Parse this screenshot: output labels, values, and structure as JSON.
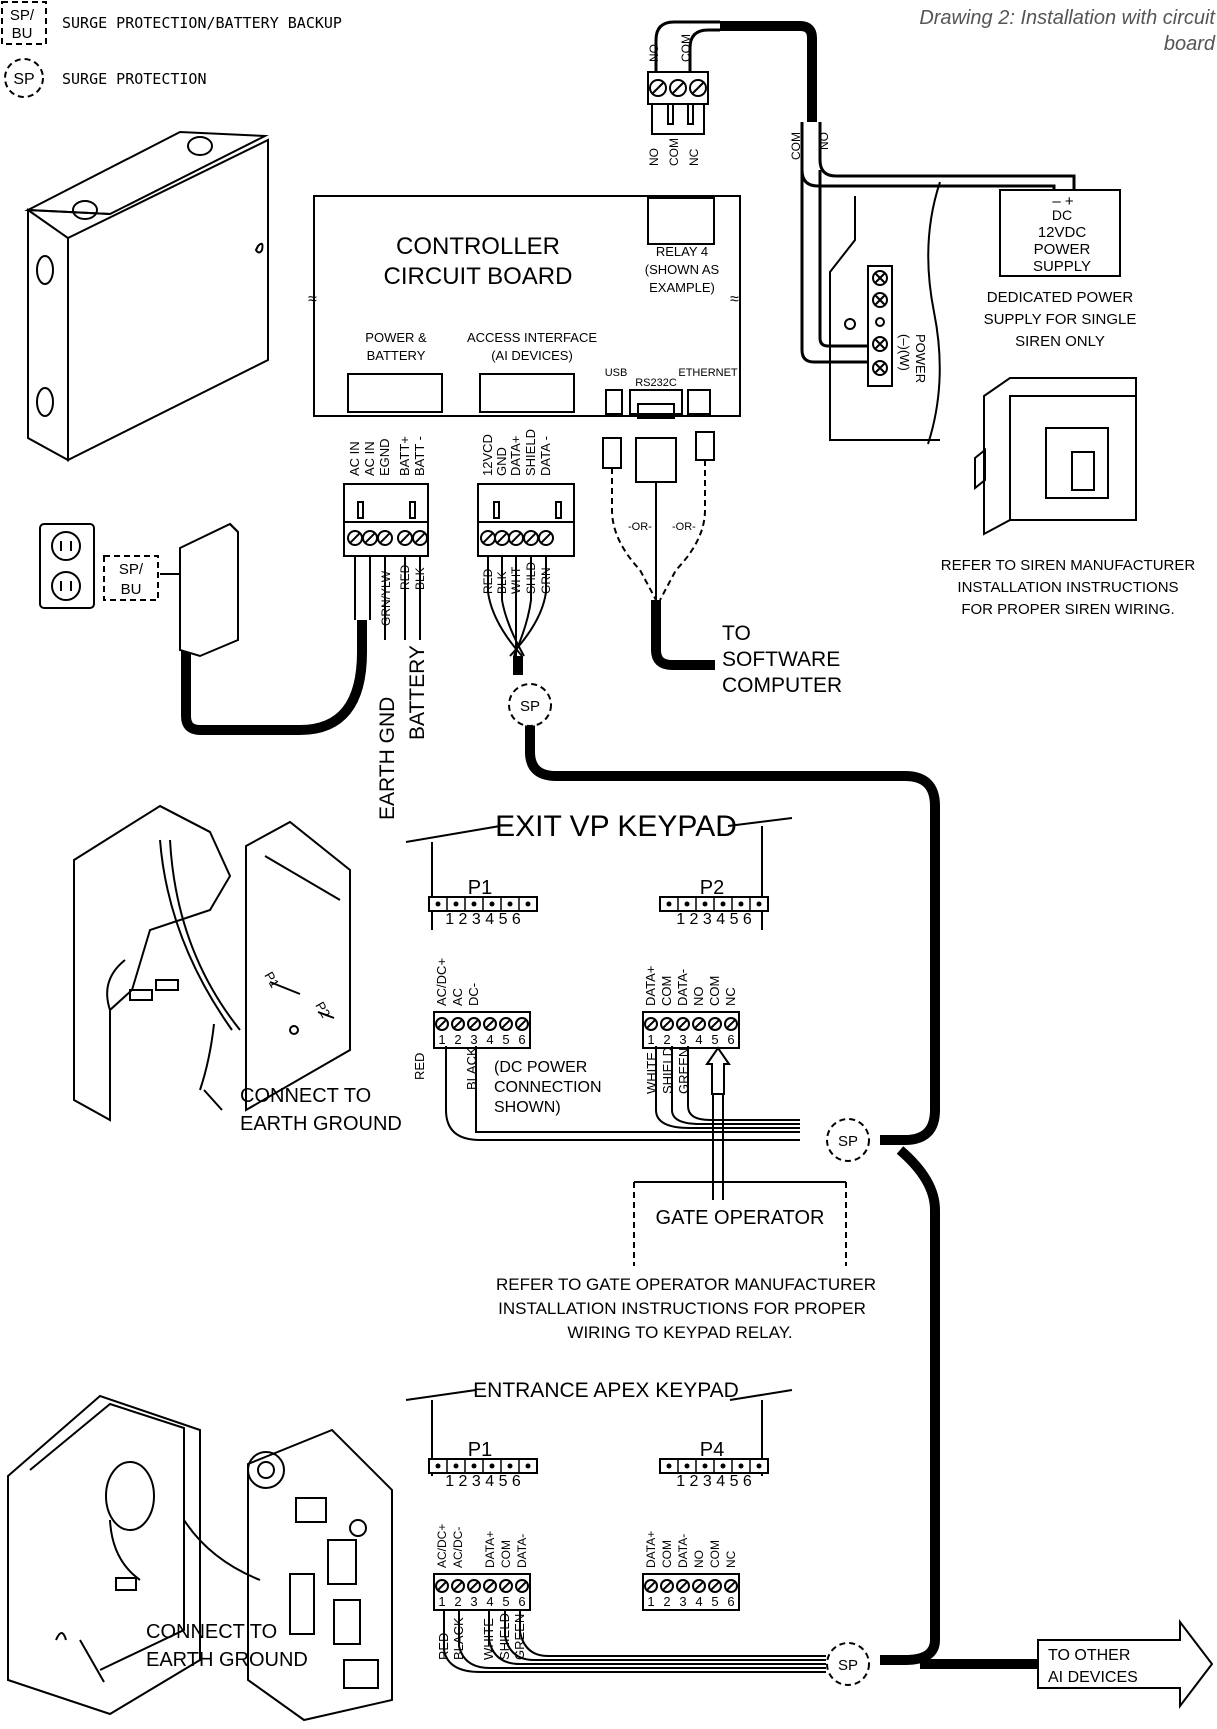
{
  "title_line1": "Drawing 2: Installation with circuit",
  "title_line2": "board",
  "legend": {
    "spbu_tag_line1": "SP/",
    "spbu_tag_line2": "BU",
    "spbu_label": "SURGE PROTECTION/BATTERY BACKUP",
    "sp_tag": "SP",
    "sp_label": "SURGE PROTECTION"
  },
  "relay_terminal": {
    "top_labels": [
      "NO",
      "COM"
    ],
    "bottom_labels": [
      "NO",
      "COM",
      "NC"
    ],
    "wire_labels": [
      "COM",
      "NO"
    ]
  },
  "controller": {
    "title_line1": "CONTROLLER",
    "title_line2": "CIRCUIT BOARD",
    "relay_line1": "RELAY 4",
    "relay_line2": "(SHOWN AS",
    "relay_line3": "EXAMPLE)",
    "power_line1": "POWER &",
    "power_line2": "BATTERY",
    "access_line1": "ACCESS INTERFACE",
    "access_line2": "(AI DEVICES)",
    "usb": "USB",
    "rs232c": "RS232C",
    "ethernet": "ETHERNET",
    "power_pins": [
      "AC IN",
      "AC IN",
      "EGND",
      "BATT+",
      "BATT -"
    ],
    "access_pins": [
      "12VCD",
      "GND",
      "DATA+",
      "SHIELD",
      "DATA -"
    ],
    "power_wires": [
      "GRN/YLW",
      "RED",
      "BLK"
    ],
    "access_wires": [
      "RED",
      "BLK",
      "WHT",
      "SHLD",
      "GRN"
    ],
    "or_label": "-OR-"
  },
  "power_supply": {
    "polarity": "–  +",
    "line1": "DC",
    "line2": "12VDC",
    "line3": "POWER",
    "line4": "SUPPLY",
    "caption_line1": "DEDICATED POWER",
    "caption_line2": "SUPPLY FOR SINGLE",
    "caption_line3": "SIREN ONLY"
  },
  "siren": {
    "terminal_label_line1": "POWER",
    "terminal_label_line2": "(–)(W)",
    "caption_line1": "REFER TO SIREN MANUFACTURER",
    "caption_line2": "INSTALLATION INSTRUCTIONS",
    "caption_line3": "FOR PROPER SIREN WIRING."
  },
  "earth_gnd": "EARTH GND",
  "battery": "BATTERY",
  "to_computer_line1": "TO",
  "to_computer_line2": "SOFTWARE",
  "to_computer_line3": "COMPUTER",
  "exit_keypad": {
    "title": "EXIT VP KEYPAD",
    "p1": "P1",
    "p2": "P2",
    "pin_numbers": "1 2 3 4 5 6",
    "left_pins": [
      "AC/DC+",
      "AC",
      "DC-"
    ],
    "right_pins": [
      "DATA+",
      "COM",
      "DATA-",
      "NO",
      "COM",
      "NC"
    ],
    "left_wires": [
      "RED",
      "BLACK"
    ],
    "right_wires": [
      "WHITE",
      "SHIELD",
      "GREEN"
    ],
    "dc_note_line1": "(DC POWER",
    "dc_note_line2": "CONNECTION",
    "dc_note_line3": "SHOWN)",
    "ground_line1": "CONNECT TO",
    "ground_line2": "EARTH GROUND",
    "enclosure_p1": "P1",
    "enclosure_p2": "P2"
  },
  "gate_operator": {
    "label": "GATE OPERATOR",
    "caption_line1": "REFER TO GATE OPERATOR MANUFACTURER",
    "caption_line2": "INSTALLATION INSTRUCTIONS FOR PROPER",
    "caption_line3": "WIRING TO KEYPAD RELAY."
  },
  "entrance_keypad": {
    "title": "ENTRANCE APEX KEYPAD",
    "p1": "P1",
    "p4": "P4",
    "pin_numbers": "1 2 3 4 5 6",
    "left_pins": [
      "AC/DC+",
      "AC/DC-",
      "",
      "DATA+",
      "COM",
      "DATA-"
    ],
    "right_pins": [
      "DATA+",
      "COM",
      "DATA-",
      "NO",
      "COM",
      "NC"
    ],
    "wires": [
      "RED",
      "BLACK",
      "WHITE",
      "SHIELD",
      "GREEN"
    ],
    "ground_line1": "CONNECT TO",
    "ground_line2": "EARTH GROUND"
  },
  "sp_tag": "SP",
  "spbu_outlet_line1": "SP/",
  "spbu_outlet_line2": "BU",
  "to_other_line1": "TO OTHER",
  "to_other_line2": "AI DEVICES"
}
